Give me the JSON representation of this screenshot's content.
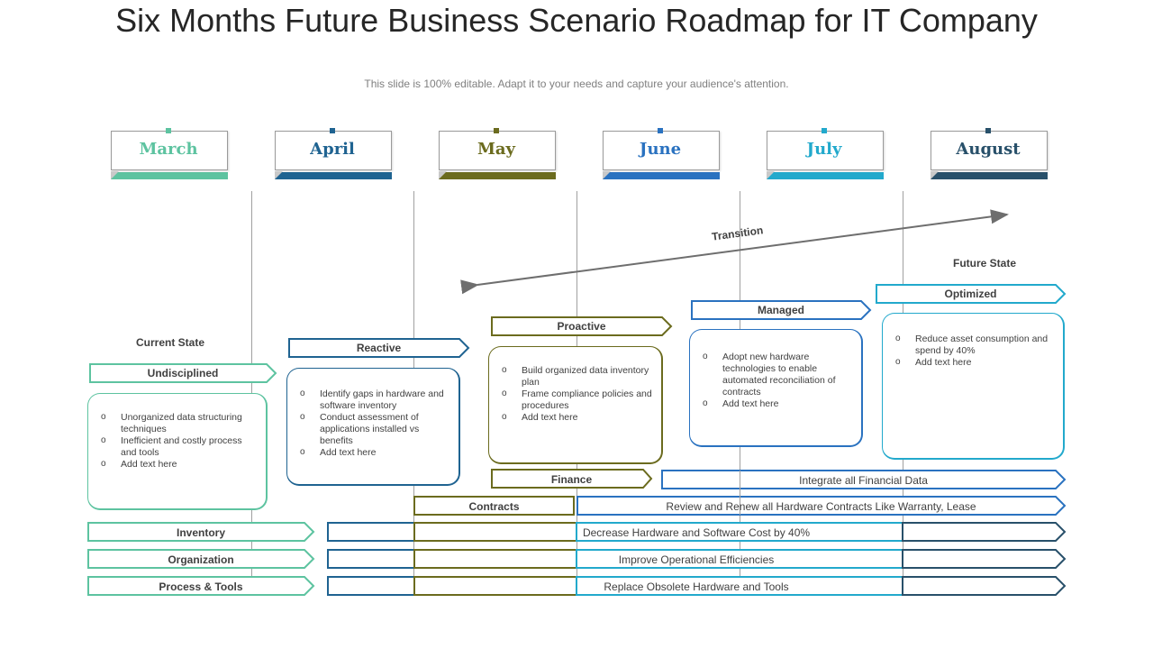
{
  "title": "Six Months Future Business Scenario Roadmap for IT Company",
  "subtitle": "This slide is 100% editable. Adapt it to your needs and capture your audience's attention.",
  "months": [
    {
      "label": "March",
      "color": "#5dc3a0"
    },
    {
      "label": "April",
      "color": "#1f6391"
    },
    {
      "label": "May",
      "color": "#6b6b1e"
    },
    {
      "label": "June",
      "color": "#2a72c0"
    },
    {
      "label": "July",
      "color": "#22a9cc"
    },
    {
      "label": "August",
      "color": "#28506a"
    }
  ],
  "transition_label": "Transition",
  "future_state_label": "Future State",
  "current_state_label": "Current State",
  "stages": [
    {
      "label": "Undisciplined",
      "color": "#5dc3a0",
      "bullets": [
        "Unorganized data structuring techniques",
        "Inefficient and costly process and tools",
        "Add text here"
      ]
    },
    {
      "label": "Reactive",
      "color": "#1f6391",
      "bullets": [
        "Identify gaps in hardware and software inventory",
        "Conduct assessment of applications installed vs benefits",
        "Add text here"
      ]
    },
    {
      "label": "Proactive",
      "color": "#6b6b1e",
      "bullets": [
        "Build organized data inventory plan",
        "Frame compliance policies and procedures",
        "Add text here"
      ]
    },
    {
      "label": "Managed",
      "color": "#2a72c0",
      "bullets": [
        "Adopt new hardware technologies to enable automated reconciliation of contracts",
        "Add text here"
      ]
    },
    {
      "label": "Optimized",
      "color": "#22a9cc",
      "bullets": [
        "Reduce asset consumption and spend by 40%",
        "Add text here"
      ]
    }
  ],
  "workstreams": {
    "finance": {
      "label": "Finance",
      "task": "Integrate all Financial Data"
    },
    "contracts": {
      "label": "Contracts",
      "task": "Review and Renew all Hardware Contracts Like Warranty, Lease"
    },
    "inventory": {
      "label": "Inventory",
      "task": "Decrease Hardware and Software Cost by 40%"
    },
    "organization": {
      "label": "Organization",
      "task": "Improve Operational Efficiencies"
    },
    "process_tools": {
      "label": "Process & Tools",
      "task": "Replace Obsolete Hardware and Tools"
    }
  }
}
